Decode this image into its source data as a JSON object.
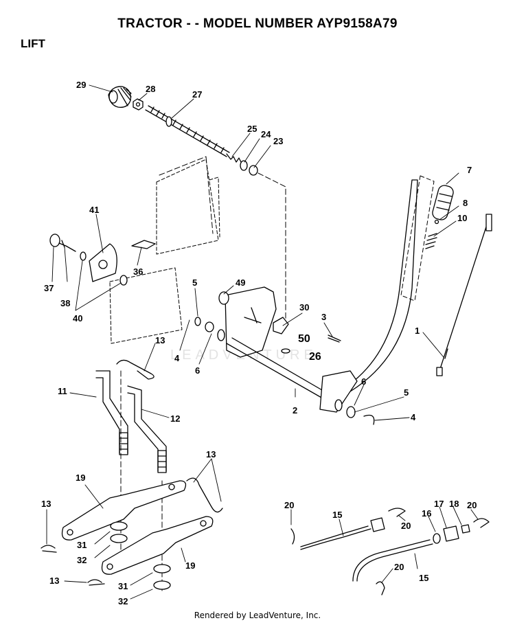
{
  "header": {
    "title": "TRACTOR - - MODEL NUMBER AYP9158A79",
    "section": "LIFT"
  },
  "watermark": "LEADVENTURE",
  "footer": "Rendered by LeadVenture, Inc.",
  "callouts": [
    "29",
    "28",
    "27",
    "25",
    "24",
    "23",
    "7",
    "8",
    "10",
    "41",
    "37",
    "38",
    "40",
    "36",
    "5",
    "49",
    "4",
    "6",
    "30",
    "50",
    "26",
    "3",
    "1",
    "13",
    "11",
    "12",
    "2",
    "6b",
    "5b",
    "4b",
    "13b",
    "19",
    "13c",
    "31",
    "32",
    "19b",
    "13d",
    "31b",
    "32b",
    "20",
    "15",
    "20b",
    "16",
    "17",
    "18",
    "20c",
    "20d",
    "15b"
  ],
  "callout_labels": {
    "29": "29",
    "28": "28",
    "27": "27",
    "25": "25",
    "24": "24",
    "23": "23",
    "7": "7",
    "8": "8",
    "10": "10",
    "41": "41",
    "37": "37",
    "38": "38",
    "40": "40",
    "36": "36",
    "5": "5",
    "49": "49",
    "4": "4",
    "6": "6",
    "30": "30",
    "50": "50",
    "26": "26",
    "3": "3",
    "1": "1",
    "13": "13",
    "11": "11",
    "12": "12",
    "2": "2",
    "6b": "6",
    "5b": "5",
    "4b": "4",
    "13b": "13",
    "19": "19",
    "13c": "13",
    "31": "31",
    "32": "32",
    "19b": "19",
    "13d": "13",
    "31b": "31",
    "32b": "32",
    "20": "20",
    "15": "15",
    "20b": "20",
    "16": "16",
    "17": "17",
    "18": "18",
    "20c": "20",
    "20d": "20",
    "15b": "15"
  },
  "colors": {
    "ink": "#000000",
    "paper": "#ffffff",
    "watermark": "#e3e3e3"
  }
}
